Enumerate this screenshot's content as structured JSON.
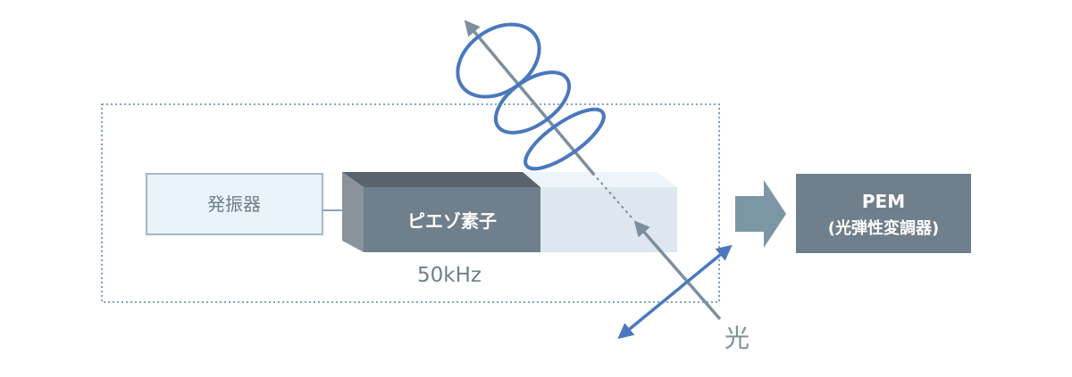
{
  "oscillator": {
    "label": "発振器"
  },
  "piezo": {
    "label": "ピエゾ素子"
  },
  "frequency": {
    "label": "50kHz"
  },
  "pem": {
    "line1": "PEM",
    "line2": "(光弾性変調器)"
  },
  "light": {
    "label": "光"
  },
  "colors": {
    "dotted_border": "#5a86b4",
    "oscillator_fill": "#e8f3fa",
    "oscillator_stroke": "#8aa3b5",
    "oscillator_text": "#6f7f8b",
    "piezo_front": "#6f7f8b",
    "piezo_top": "#59636c",
    "piezo_side": "#8b939a",
    "glass_front": "#dce7ef",
    "glass_top": "#edf5fb",
    "pem_fill": "#6f7f8b",
    "arrow_fill": "#7c96a5",
    "light_ray": "#7d8f9c",
    "polarization": "#4a78be"
  }
}
